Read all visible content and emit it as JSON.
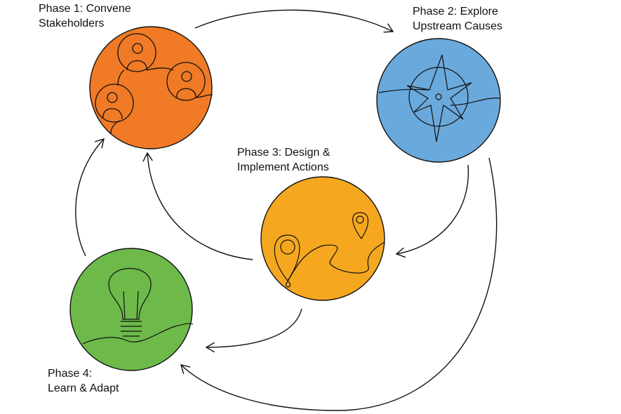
{
  "phases": [
    {
      "line1": "Phase 1: Convene",
      "line2": "Stakeholders",
      "color": "#F07A25",
      "icon": "people-icon"
    },
    {
      "line1": "Phase 2: Explore",
      "line2": "Upstream Causes",
      "color": "#6AA9DC",
      "icon": "compass-icon"
    },
    {
      "line1": "Phase 3: Design &",
      "line2": "Implement Actions",
      "color": "#F5A81F",
      "icon": "map-pins-icon"
    },
    {
      "line1": "Phase 4:",
      "line2": "Learn & Adapt",
      "color": "#6DBA4A",
      "icon": "lightbulb-icon"
    }
  ]
}
